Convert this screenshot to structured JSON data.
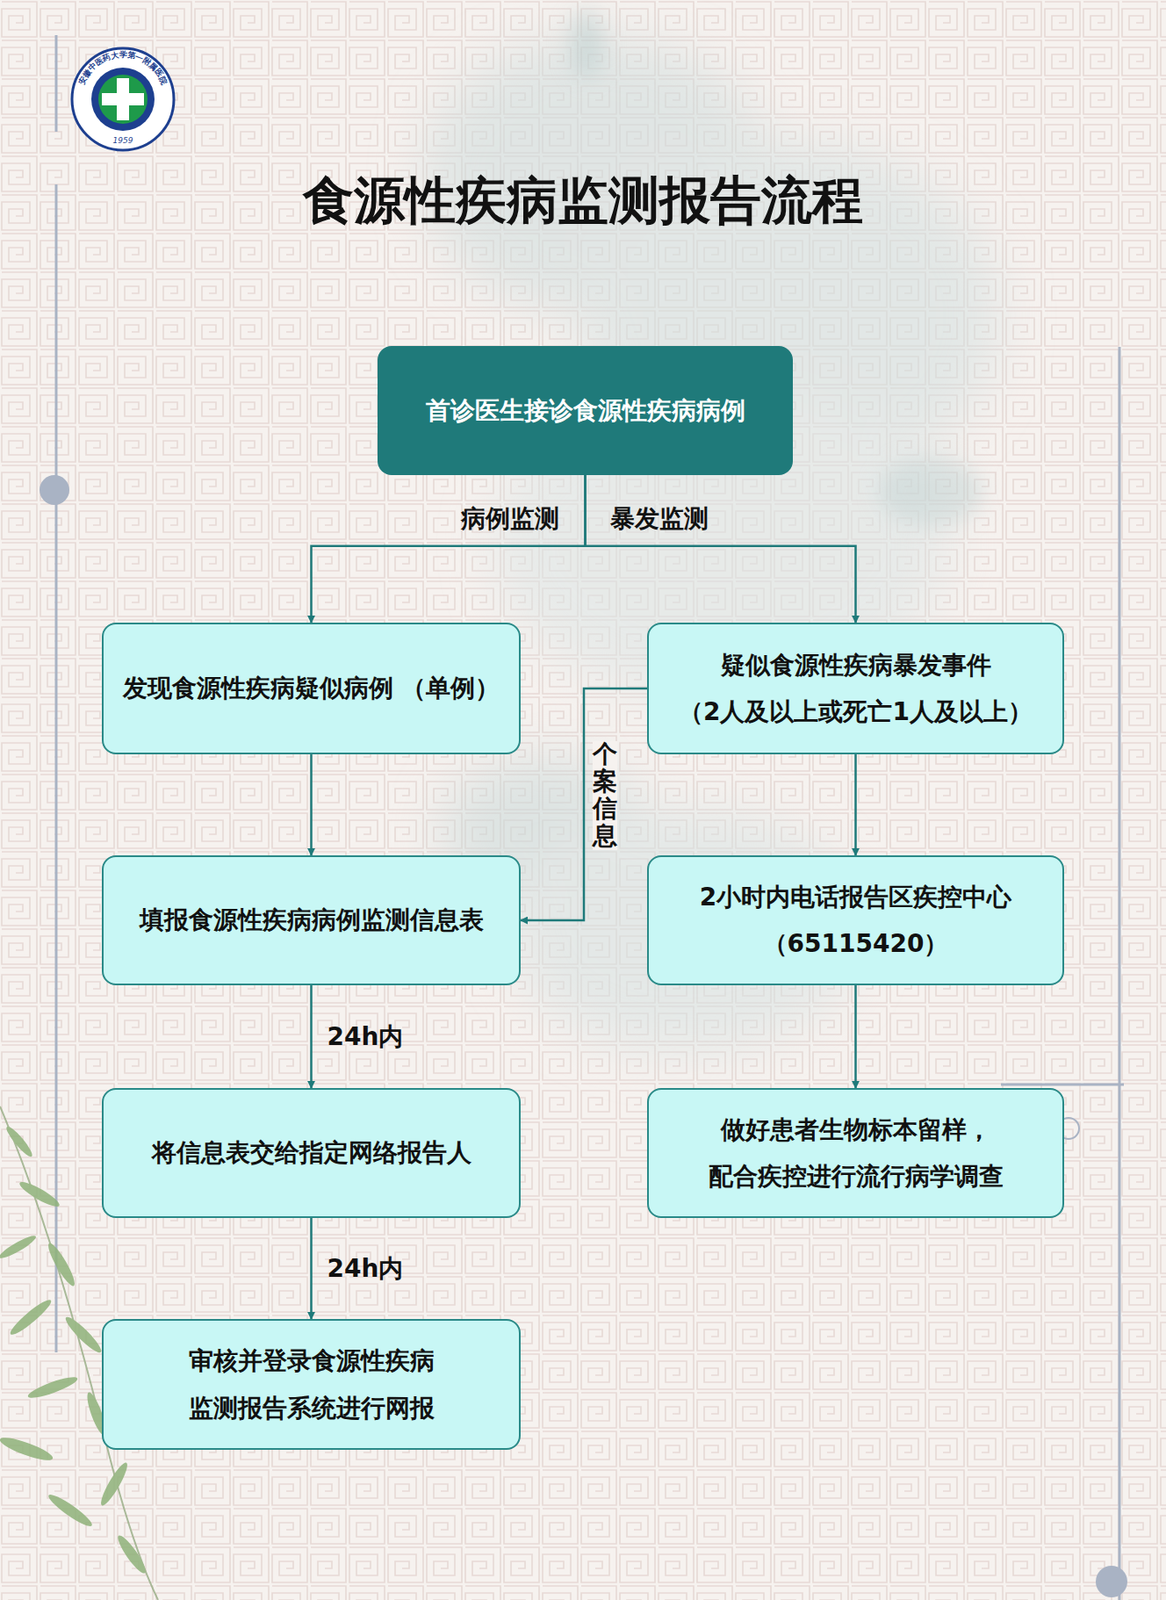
{
  "diagram": {
    "title": "食源性疾病监测报告流程",
    "nodes": [
      {
        "text": [
          "首诊医生接诊食源性疾病病例"
        ]
      },
      {
        "text": [
          "发现食源性疾病疑似病例 （单例）"
        ]
      },
      {
        "text": [
          "疑似食源性疾病暴发事件 （2人及以上或死亡1人及以上）"
        ]
      },
      {
        "text": [
          "填报食源性疾病病例监测信息表"
        ]
      },
      {
        "text": [
          "2小时内电话报告区疾控中心 （65115420）"
        ]
      },
      {
        "text": [
          "将信息表交给指定网络报告人"
        ]
      },
      {
        "text": [
          "做好患者生物标本留样， 配合疾控进行流行病学调查"
        ]
      },
      {
        "text": [
          "审核并登录食源性疾病 监测报告系统进行网报"
        ]
      }
    ],
    "edges": [
      {
        "from": 0,
        "to": 1,
        "label": "病例监测",
        "arrow": "to"
      },
      {
        "from": 0,
        "to": 2,
        "label": "暴发监测",
        "arrow": "to"
      },
      {
        "from": 1,
        "to": 3,
        "arrow": "to"
      },
      {
        "from": 2,
        "to": 3,
        "label": "个案信息",
        "arrow": "to"
      },
      {
        "from": 3,
        "to": 5,
        "label": "24h内",
        "arrow": "to"
      },
      {
        "from": 5,
        "to": 7,
        "label": "24h内",
        "arrow": "to"
      },
      {
        "from": 2,
        "to": 4,
        "arrow": "to"
      },
      {
        "from": 4,
        "to": 6,
        "arrow": "to"
      }
    ],
    "labels": [
      "安徽中医药大学第一附属医院",
      "1959"
    ]
  }
}
